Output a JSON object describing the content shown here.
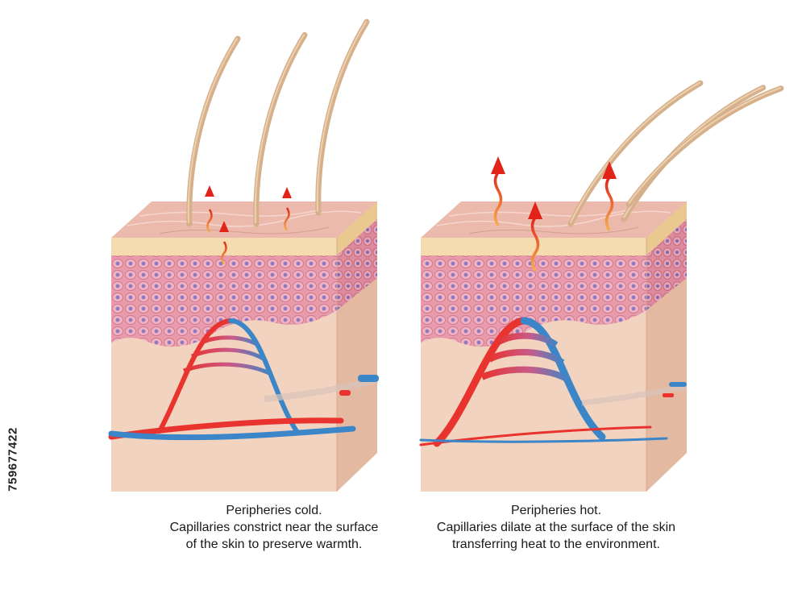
{
  "panels": [
    {
      "id": "cold",
      "caption_lines": [
        "Peripheries cold.",
        "Capillaries constrict near the surface",
        "of the skin to preserve warmth."
      ]
    },
    {
      "id": "hot",
      "caption_lines": [
        "Peripheries hot.",
        "Capillaries dilate at the surface of the skin",
        "transferring heat to the environment."
      ]
    }
  ],
  "stock_id": "759677422",
  "colors": {
    "artery": "#e8332e",
    "vein": "#3a86c8",
    "dermis": "#f2d3bf",
    "epidermis": "#e79aa8",
    "stratum": "#f3d8a8",
    "surface": "#e9b4a8",
    "hair": "#d6b08a",
    "heat_arrow": "#e2231a"
  }
}
